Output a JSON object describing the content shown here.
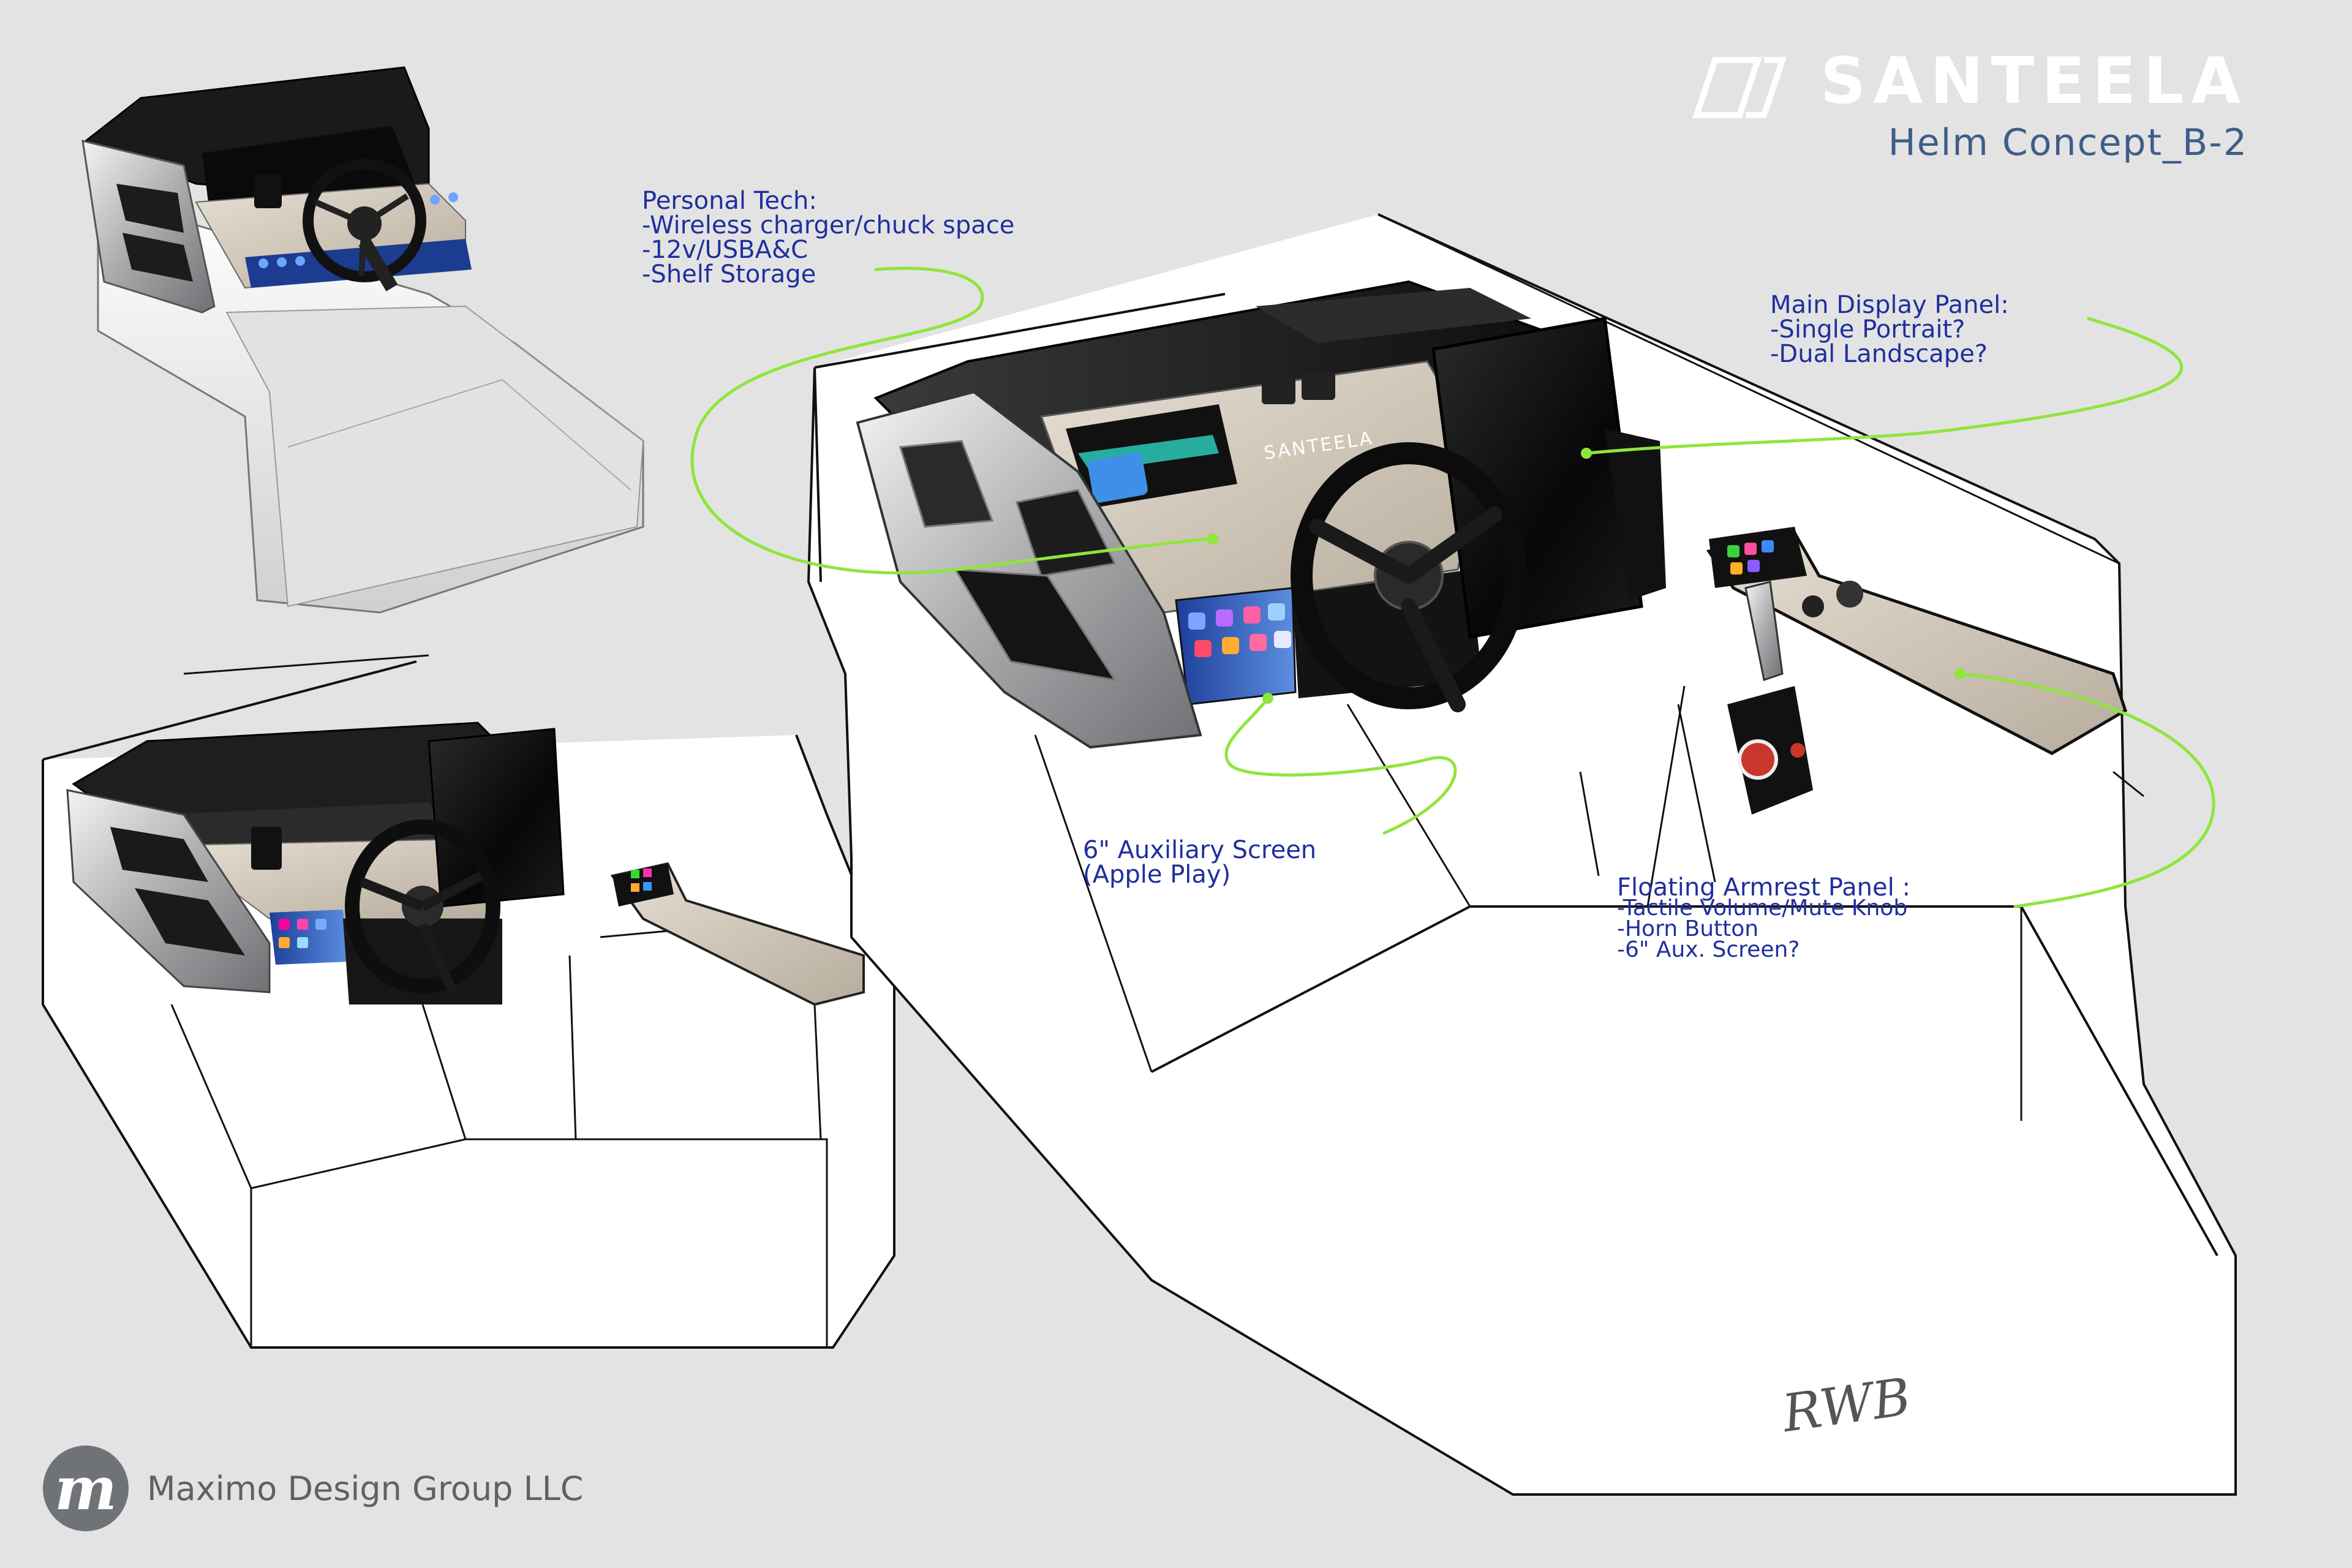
{
  "brand": {
    "name": "SANTEELA",
    "subtitle": "Helm Concept_B-2"
  },
  "notes": {
    "personal_tech": {
      "title": "Personal Tech:",
      "lines": [
        "-Wireless charger/chuck space",
        "-12v/USBA&C",
        "-Shelf Storage"
      ]
    },
    "main_display": {
      "title": "Main Display Panel:",
      "lines": [
        "-Single Portrait?",
        "-Dual Landscape?"
      ]
    },
    "aux_screen": {
      "lines": [
        "6\" Auxiliary Screen",
        "(Apple Play)"
      ]
    },
    "armrest": {
      "title": "Floating Armrest Panel :",
      "lines": [
        "-Tactile Volume/Mute Knob",
        "-Horn Button",
        "-6\" Aux. Screen?"
      ]
    }
  },
  "footer": {
    "logo_letter": "m",
    "company": "Maximo Design Group LLC"
  },
  "signature": "RWB",
  "colors": {
    "background": "#e3e3e3",
    "annotation_text": "#1f2f9e",
    "leader_line": "#8ee63a",
    "brand_subtitle": "#3f5d87"
  }
}
